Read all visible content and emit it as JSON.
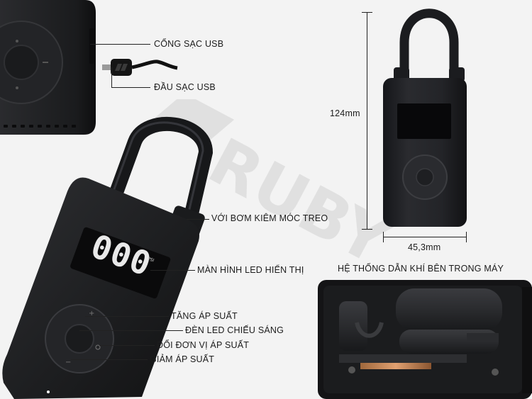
{
  "labels": {
    "usb_port": "CỔNG SẠC USB",
    "usb_plug": "ĐẦU SẠC USB",
    "hook": "VỚI BƠM KIÊM MÓC TREO",
    "screen": "MÀN HÌNH LED HIỂN THỊ",
    "increase": "TĂNG ÁP SUẤT",
    "led": "ĐÈN LED CHIẾU SÁNG",
    "unit": "ĐỔI ĐƠN VỊ ÁP SUẤT",
    "decrease": "GIẢM ÁP SUẤT",
    "internal": "HỆ THỐNG DẪN KHÍ BÊN TRONG MÁY"
  },
  "dimensions": {
    "height": "124mm",
    "width": "45,3mm"
  },
  "display_value": "000",
  "display_unit": "PSI",
  "watermark": "RUBY",
  "colors": {
    "device_body": "#1b1c1e",
    "background": "#f3f3f3",
    "label_text": "#1c1c1c"
  }
}
